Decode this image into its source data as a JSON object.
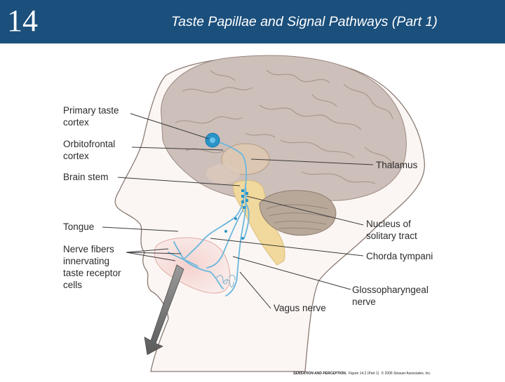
{
  "header": {
    "chapter_number": "14",
    "title": "Taste Papillae and Signal Pathways (Part 1)"
  },
  "labels": {
    "primary_taste_cortex": [
      "Primary taste",
      "cortex"
    ],
    "orbitofrontal_cortex": [
      "Orbitofrontal",
      "cortex"
    ],
    "brain_stem": "Brain stem",
    "tongue": "Tongue",
    "nerve_fibers": [
      "Nerve fibers",
      "innervating",
      "taste receptor",
      "cells"
    ],
    "thalamus": "Thalamus",
    "nucleus_solitary_tract": [
      "Nucleus of",
      "solitary tract"
    ],
    "chorda_tympani": "Chorda tympani",
    "glossopharyngeal_nerve": [
      "Glossopharyngeal",
      "nerve"
    ],
    "vagus_nerve": "Vagus nerve"
  },
  "credit": {
    "book": "SENSATION AND PERCEPTION,",
    "figure": "Figure 14.2 (Part 1)",
    "copyright": "© 2006 Sinauer Associates, Inc."
  },
  "colors": {
    "header": "#1b4f7c",
    "brain": "#cdbfb9",
    "head_outline": "#8a7a72",
    "nerve": "#6ab7dd",
    "cortex_spot": "#2a94c8",
    "brain_stem": "#f1d89c",
    "cerebellum": "#b8a89a",
    "tongue": "#f0c3c0",
    "arrow": "#707070"
  }
}
